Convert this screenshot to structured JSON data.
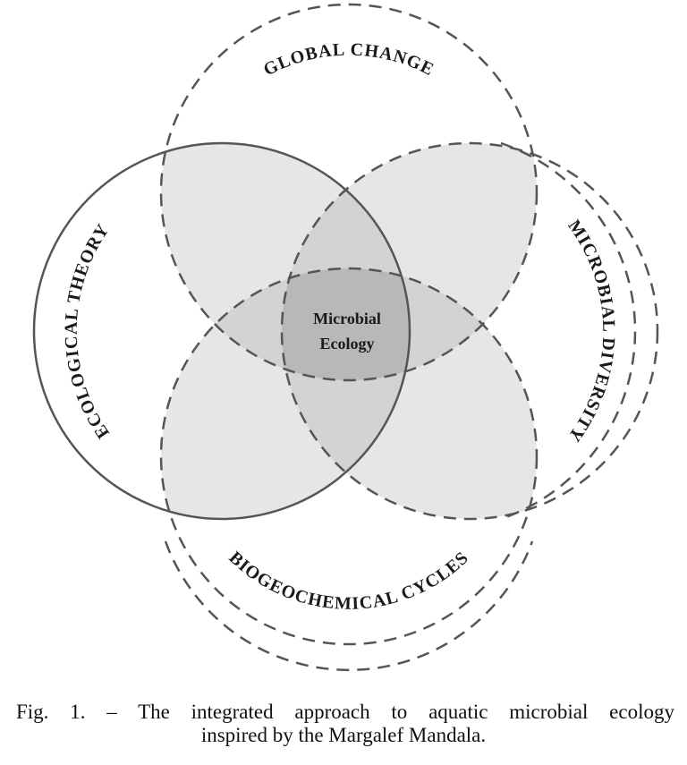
{
  "diagram": {
    "circles": [
      {
        "label": "GLOBAL CHANGE",
        "line_style": "dashed"
      },
      {
        "label": "MICROBIAL DIVERSITY",
        "line_style": "dashed"
      },
      {
        "label": "BIOGEOCHEMICAL CYCLES",
        "line_style": "dashed"
      },
      {
        "label": "ECOLOGICAL THEORY",
        "line_style": "solid"
      }
    ],
    "center": {
      "line1": "Microbial",
      "line2": "Ecology"
    },
    "colors": {
      "stroke": "#555555",
      "fill_single": "#ffffff",
      "fill_double": "#e6e6e6",
      "fill_triple": "#d3d3d3",
      "fill_center": "#b8b8b8"
    }
  },
  "caption": {
    "line1": "Fig. 1. – The integrated approach to aquatic microbial ecology",
    "line2": "inspired by the Margalef Mandala."
  }
}
